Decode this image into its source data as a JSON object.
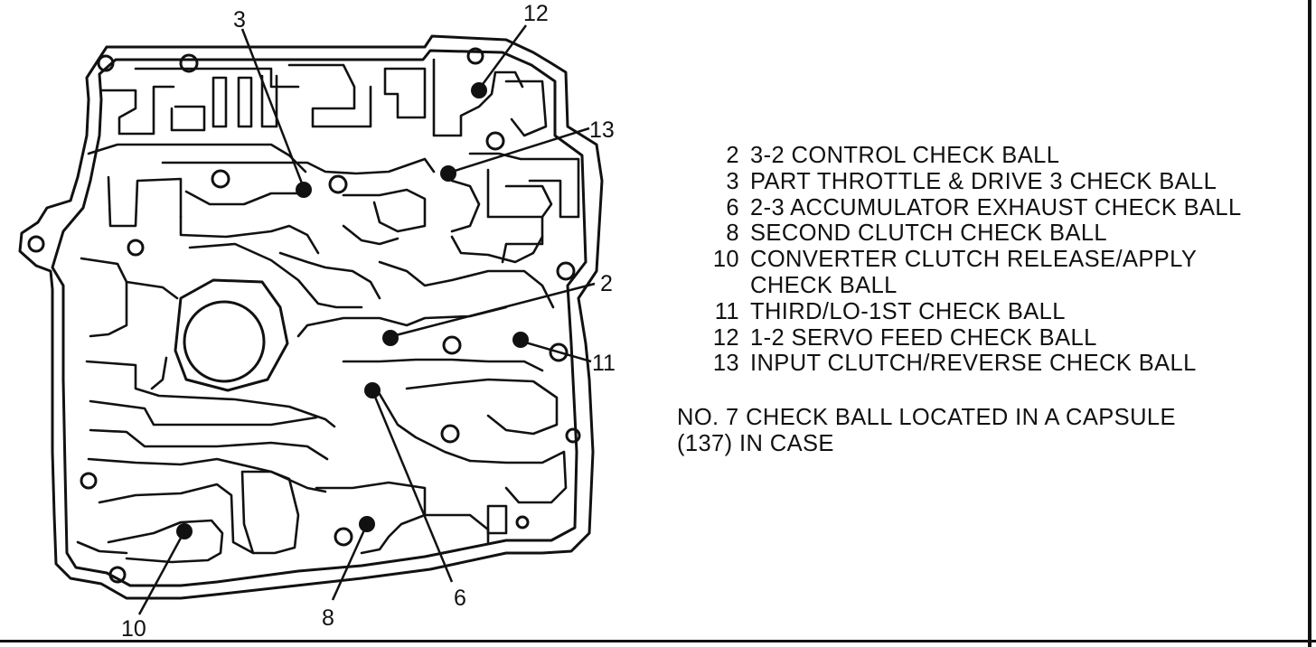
{
  "callouts": [
    {
      "id": "2",
      "label": "2"
    },
    {
      "id": "3",
      "label": "3"
    },
    {
      "id": "6",
      "label": "6"
    },
    {
      "id": "8",
      "label": "8"
    },
    {
      "id": "10",
      "label": "10"
    },
    {
      "id": "11",
      "label": "11"
    },
    {
      "id": "12",
      "label": "12"
    },
    {
      "id": "13",
      "label": "13"
    }
  ],
  "legend": [
    {
      "num": "2",
      "lines": [
        "3-2 CONTROL CHECK BALL"
      ]
    },
    {
      "num": "3",
      "lines": [
        "PART THROTTLE & DRIVE 3 CHECK BALL"
      ]
    },
    {
      "num": "6",
      "lines": [
        "2-3 ACCUMULATOR EXHAUST CHECK BALL"
      ]
    },
    {
      "num": "8",
      "lines": [
        "SECOND CLUTCH CHECK BALL"
      ]
    },
    {
      "num": "10",
      "lines": [
        "CONVERTER CLUTCH RELEASE/APPLY",
        "CHECK BALL"
      ]
    },
    {
      "num": "11",
      "lines": [
        "THIRD/LO-1ST CHECK BALL"
      ]
    },
    {
      "num": "12",
      "lines": [
        "1-2 SERVO FEED CHECK BALL"
      ]
    },
    {
      "num": "13",
      "lines": [
        "INPUT CLUTCH/REVERSE CHECK BALL"
      ]
    }
  ],
  "note": {
    "line1": "NO. 7 CHECK BALL LOCATED IN A CAPSULE",
    "line2": "(137) IN CASE"
  }
}
